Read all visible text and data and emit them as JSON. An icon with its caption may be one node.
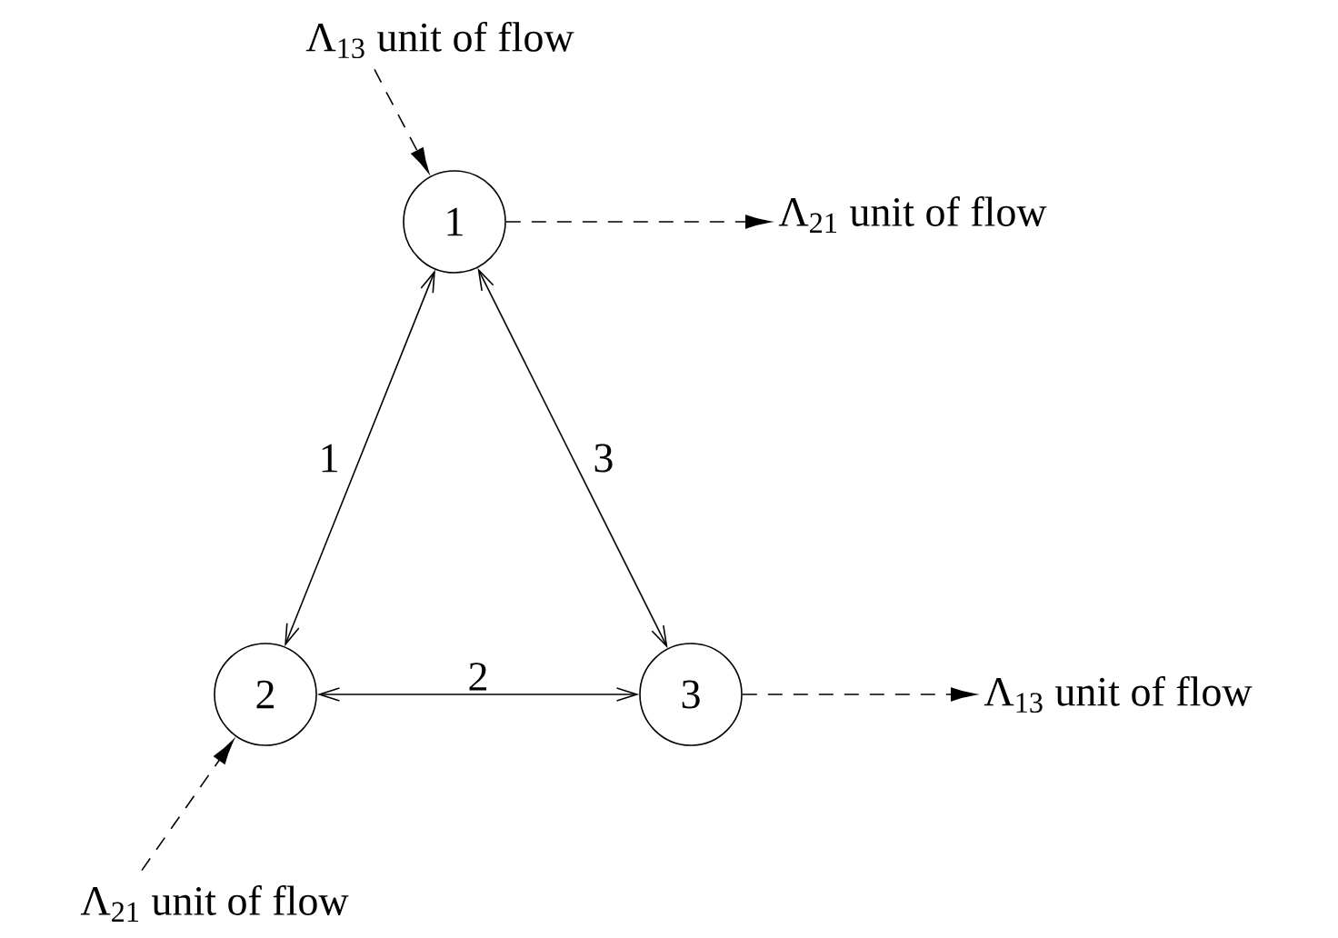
{
  "diagram": {
    "nodes": [
      {
        "text": [
          "1"
        ]
      },
      {
        "text": [
          "2"
        ]
      },
      {
        "text": [
          "3"
        ]
      },
      {
        "text": [
          "Λ$_{13}$ unit of flow"
        ]
      },
      {
        "text": [
          "Λ$_{21}$ unit of flow"
        ]
      },
      {
        "text": [
          "Λ$_{13}$ unit of flow"
        ]
      },
      {
        "text": [
          "Λ$_{21}$ unit of flow"
        ]
      }
    ],
    "edges": [
      {
        "from": 0,
        "to": 1,
        "arrow": "both",
        "label": "1"
      },
      {
        "from": 0,
        "to": 2,
        "arrow": "both",
        "label": "3"
      },
      {
        "from": 1,
        "to": 2,
        "arrow": "both",
        "label": "2"
      },
      {
        "from": 3,
        "to": 0,
        "arrow": "to",
        "style": "dashed"
      },
      {
        "from": 0,
        "to": 4,
        "arrow": "to",
        "style": "dashed"
      },
      {
        "from": 2,
        "to": 5,
        "arrow": "to",
        "style": "dashed"
      },
      {
        "from": 6,
        "to": 1,
        "arrow": "to",
        "style": "dashed"
      }
    ]
  }
}
